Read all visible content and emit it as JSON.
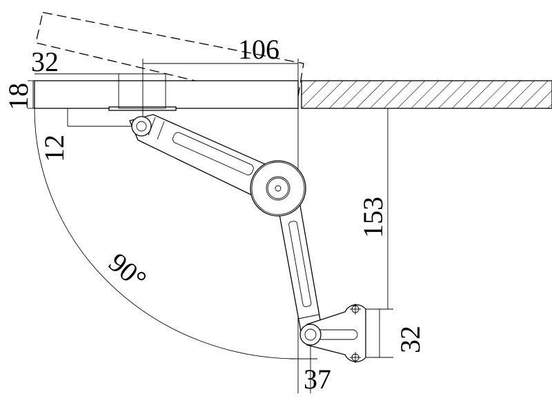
{
  "drawing": {
    "dimensions": {
      "lid_offset": "106",
      "top_hinge_offset": "32",
      "lid_thickness": "18",
      "pivot_drop": "12",
      "vertical_distance": "153",
      "base_hole_spacing": "32",
      "base_offset": "37",
      "opening_angle": "90°"
    },
    "colors": {
      "line": "#000000",
      "background": "#ffffff"
    }
  }
}
